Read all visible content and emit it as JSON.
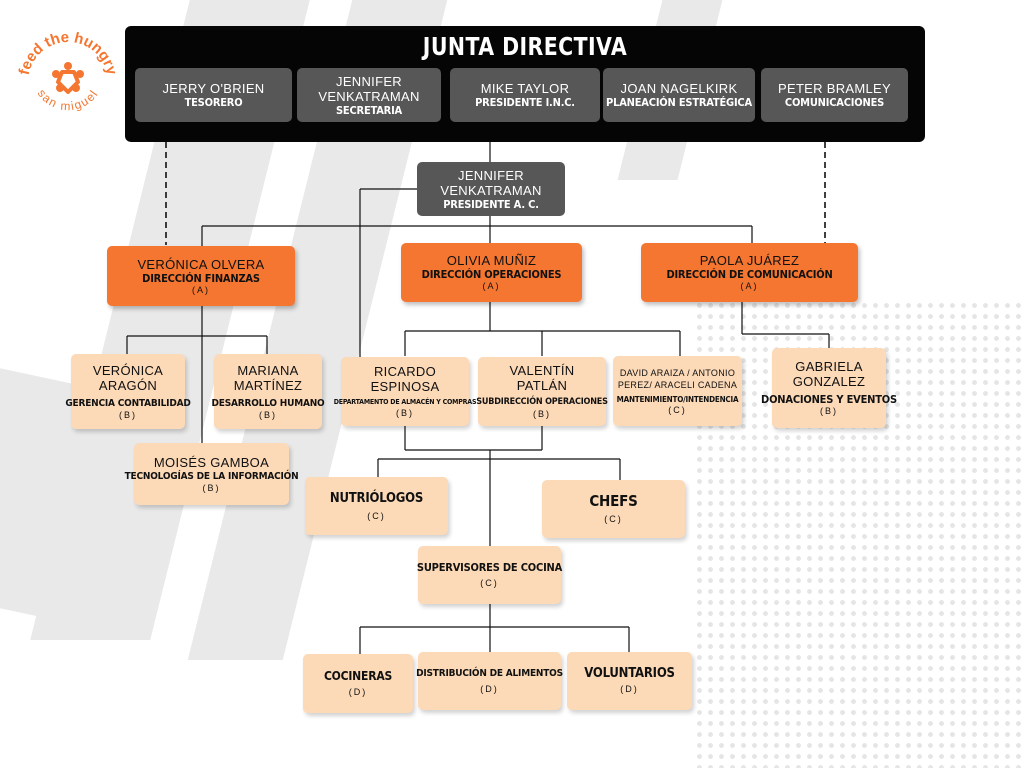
{
  "logo": {
    "line1": "feed the hungry",
    "line2": "san miguel",
    "accent": "#f47630"
  },
  "board": {
    "title": "JUNTA DIRECTIVA",
    "members": [
      {
        "name": "JERRY O'BRIEN",
        "role": "TESORERO"
      },
      {
        "name": "JENNIFER VENKATRAMAN",
        "role": "SECRETARIA"
      },
      {
        "name": "MIKE TAYLOR",
        "role": "PRESIDENTE  I.N.C."
      },
      {
        "name": "JOAN NAGELKIRK",
        "role": "PLANEACIÓN ESTRATÉGICA"
      },
      {
        "name": "PETER BRAMLEY",
        "role": "COMUNICACIONES"
      }
    ]
  },
  "president": {
    "name": "JENNIFER VENKATRAMAN",
    "role": "PRESIDENTE A. C."
  },
  "directors": [
    {
      "name": "VERÓNICA OLVERA",
      "role": "DIRECCIÓN FINANZAS",
      "level": "(A)"
    },
    {
      "name": "OLIVIA MUÑIZ",
      "role": "DIRECCIÓN OPERACIONES",
      "level": "(A)"
    },
    {
      "name": "PAOLA JUÁREZ",
      "role": "DIRECCIÓN DE COMUNICACIÓN",
      "level": "(A)"
    }
  ],
  "managers": {
    "aragon": {
      "name": "VERÓNICA ARAGÓN",
      "role": "GERENCIA CONTABILIDAD",
      "level": "(B)"
    },
    "martinez": {
      "name": "MARIANA MARTÍNEZ",
      "role": "DESARROLLO HUMANO",
      "level": "(B)"
    },
    "gamboa": {
      "name": "MOISÉS GAMBOA",
      "role": "TECNOLOGÍAS DE LA INFORMACIÓN",
      "level": "(B)"
    },
    "espinosa": {
      "name": "RICARDO ESPINOSA",
      "role": "DEPARTAMENTO DE ALMACÉN Y COMPRAS",
      "level": "(B)"
    },
    "patlan": {
      "name": "VALENTÍN PATLÁN",
      "role": "SUBDIRECCIÓN OPERACIONES",
      "level": "(B)"
    },
    "araiza": {
      "name": "DAVID ARAIZA / ANTONIO PEREZ/  ARACELI CADENA",
      "role": "MANTENIMIENTO/INTENDENCIA",
      "level": "(C)"
    },
    "gonzalez": {
      "name": "GABRIELA GONZALEZ",
      "role": "DONACIONES Y EVENTOS",
      "level": "(B)"
    }
  },
  "teams": {
    "nutriologos": {
      "role": "NUTRIÓLOGOS",
      "level": "(C)"
    },
    "chefs": {
      "role": "CHEFS",
      "level": "(C)"
    },
    "supervisores": {
      "role": "SUPERVISORES DE COCINA",
      "level": "(C)"
    },
    "cocineras": {
      "role": "COCINERAS",
      "level": "(D)"
    },
    "distribucion": {
      "role": "DISTRIBUCIÓN DE ALIMENTOS",
      "level": "(D)"
    },
    "voluntarios": {
      "role": "VOLUNTARIOS",
      "level": "(D)"
    }
  },
  "colors": {
    "board": "#050505",
    "dark_box": "#575757",
    "orange": "#f47630",
    "peach": "#fcd9b7",
    "line": "#111111"
  }
}
